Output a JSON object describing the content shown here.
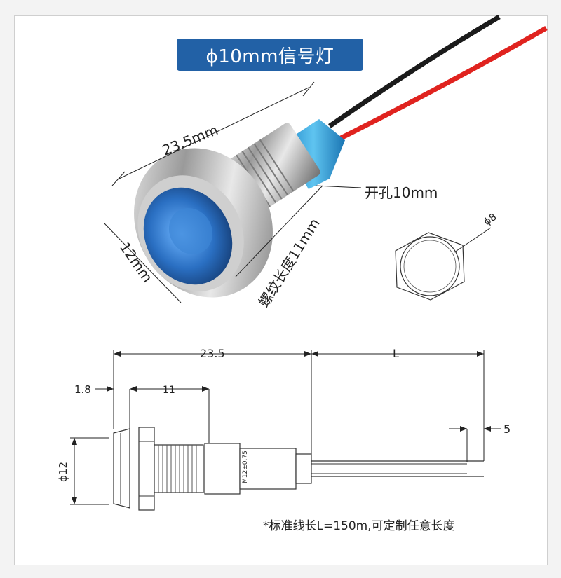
{
  "title": "ϕ10mm信号灯",
  "photo_labels": {
    "length": "23.5mm",
    "head_dia": "12mm",
    "thread_len": "螺纹长度11mm",
    "hole": "开孔10mm"
  },
  "hex_view": {
    "dia": "ϕ8"
  },
  "drawing": {
    "overall": "23.5",
    "lead": "L",
    "flange": "1.8",
    "thread": "11",
    "dia": "ϕ12",
    "thread_spec": "M12±0.75",
    "strip": "5"
  },
  "note": "*标准线长L=150m,可定制任意长度",
  "colors": {
    "badge": "#2261a6",
    "wire_red": "#e0231f",
    "wire_black": "#1b1b1b",
    "led_blue": "#2e7fd1",
    "sleeve": "#3aa6dd"
  }
}
